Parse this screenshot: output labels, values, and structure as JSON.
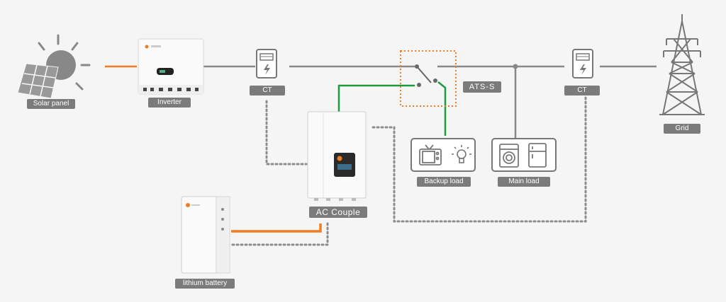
{
  "labels": {
    "solar_panel": "Solar panel",
    "inverter": "Inverter",
    "ct_left": "CT",
    "ct_right": "CT",
    "ats": "ATS-S",
    "grid": "Grid",
    "backup_load": "Backup load",
    "main_load": "Main load",
    "ac_couple": "AC Couple",
    "battery": "lithium battery"
  },
  "colors": {
    "ac_line": "#888888",
    "dc_line": "#f07d22",
    "backup_line": "#1f9b3f",
    "comm_line": "#8c8c8c",
    "ats_box": "#f07d22",
    "label_bg": "#7b7b7b"
  }
}
